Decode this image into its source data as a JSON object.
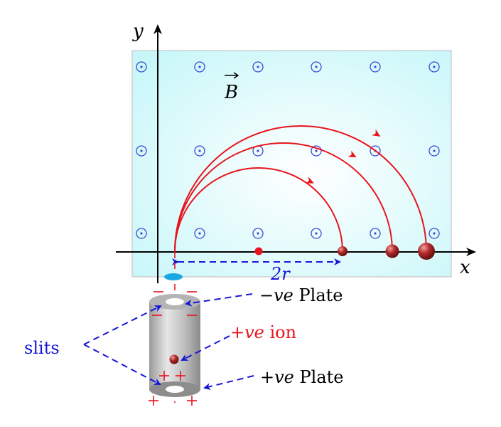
{
  "axes": {
    "x_label": "x",
    "y_label": "y"
  },
  "field": {
    "label": "B",
    "direction_symbol": "⊙",
    "color": "#3b49d6"
  },
  "region_color": "#c9f7f9",
  "distance_label": "2r",
  "labels": {
    "neg_plate": {
      "sign": "−",
      "var": "ve",
      "text": " Plate"
    },
    "ion": {
      "sign": "+",
      "var": "ve",
      "text": " ion"
    },
    "pos_plate": {
      "sign": "+",
      "var": "ve",
      "text": " Plate"
    },
    "slits": "slits"
  },
  "colors": {
    "trajectory": "#e8141c",
    "arrow": "#1515d8",
    "slit_ellipse": "#1aa8e0",
    "cylinder": "#bdbdbd"
  }
}
